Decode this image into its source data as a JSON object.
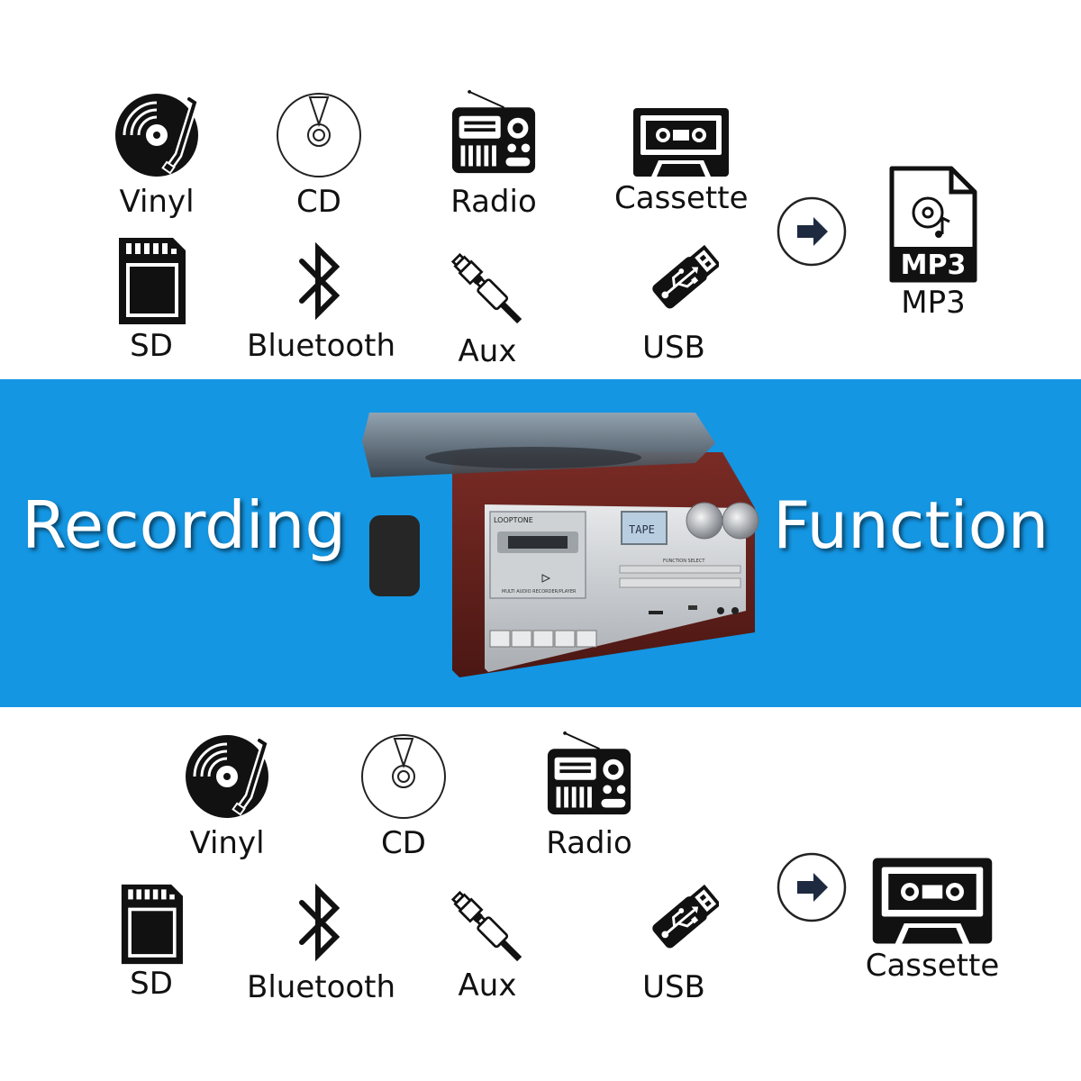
{
  "top_section": {
    "sources": [
      {
        "label": "Vinyl",
        "icon": "vinyl-record-icon"
      },
      {
        "label": "CD",
        "icon": "cd-disc-icon"
      },
      {
        "label": "Radio",
        "icon": "radio-icon"
      },
      {
        "label": "Cassette",
        "icon": "cassette-icon"
      },
      {
        "label": "SD",
        "icon": "sd-card-icon"
      },
      {
        "label": "Bluetooth",
        "icon": "bluetooth-icon"
      },
      {
        "label": "Aux",
        "icon": "aux-cable-icon"
      },
      {
        "label": "USB",
        "icon": "usb-drive-icon"
      }
    ],
    "target": {
      "label": "MP3",
      "icon_text": "MP3",
      "icon": "mp3-file-icon"
    }
  },
  "banner": {
    "word_left": "Recording",
    "word_right": "Function",
    "color": "#1496e3",
    "product": {
      "brand": "LOOPTONE",
      "display_text": "TAPE",
      "caption": "MULTI AUDIO RECORDER/PLAYER",
      "top_label": "FUNCTION SELECT"
    }
  },
  "bottom_section": {
    "sources": [
      {
        "label": "Vinyl",
        "icon": "vinyl-record-icon"
      },
      {
        "label": "CD",
        "icon": "cd-disc-icon"
      },
      {
        "label": "Radio",
        "icon": "radio-icon"
      },
      {
        "label": "SD",
        "icon": "sd-card-icon"
      },
      {
        "label": "Bluetooth",
        "icon": "bluetooth-icon"
      },
      {
        "label": "Aux",
        "icon": "aux-cable-icon"
      },
      {
        "label": "USB",
        "icon": "usb-drive-icon"
      }
    ],
    "target": {
      "label": "Cassette",
      "icon": "cassette-icon"
    }
  }
}
